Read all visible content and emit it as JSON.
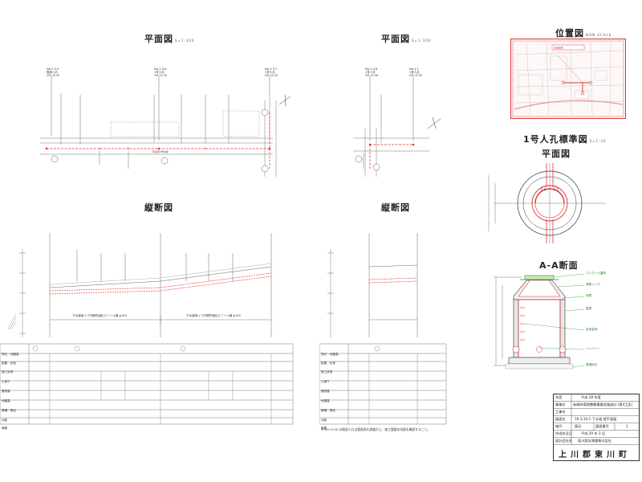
{
  "views": {
    "plan_left": {
      "title": "平面図",
      "scale": "S=1:300"
    },
    "plan_mid": {
      "title": "平面図",
      "scale": "S=1:300"
    },
    "location": {
      "title": "位置図",
      "scale": "NON SCALE"
    },
    "manhole_std": {
      "title": "1号人孔標準図",
      "scale": "S=1:30"
    },
    "manhole_plan": {
      "title": "平面図"
    },
    "profile_left": {
      "title": "縦断図"
    },
    "profile_mid": {
      "title": "縦断図"
    },
    "section_aa": {
      "title": "A-A断面"
    }
  },
  "plan_labels": {
    "mh1": [
      "No.1-3-5",
      "既設人孔",
      "GP=5.00"
    ],
    "mh2": [
      "No.1-3-6",
      "1号人孔",
      "GP=5.10"
    ],
    "mh3": [
      "No.1-3-7",
      "1号人孔",
      "GP=5.20"
    ],
    "mh4": [
      "No.1-3-8",
      "1号人孔",
      "GP=5.28"
    ],
    "mh5": [
      "No.1-1",
      "1号人孔",
      "GP=5.30"
    ],
    "pipe_a": "下水道用リブ付硬質塩化ビニール管 φ150",
    "pipe_b": "下水道用リブ付硬質塩化ビニール管 φ150"
  },
  "profile_table": {
    "rows": [
      "測点・地盤高",
      "距離・延長",
      "施工延長",
      "土被り",
      "管底高",
      "地盤高",
      "管種・管径",
      "勾配",
      "摘要"
    ]
  },
  "note": "※ GP=5.00 の既設人孔は管底高を調査の上、施工管路の勾配を確認すること。",
  "section_labels": [
    "マンホール蓋枠",
    "調整リング",
    "斜壁",
    "直壁",
    "足掛金物",
    "インバート",
    "基礎砕石"
  ],
  "title_block": {
    "rows": [
      {
        "label": "年度",
        "value": "平成 28 年度"
      },
      {
        "label": "事業名",
        "value": "赤縁枠環境整備事業実施設計 (第4工区)"
      },
      {
        "label": "工事名",
        "value": ""
      },
      {
        "label": "図面名",
        "value": "10-3,10-1 下水道 縦平面図"
      },
      {
        "label": "縮尺",
        "value": "図示",
        "label2": "図面番号",
        "value2": "1"
      },
      {
        "label": "作成年月日",
        "value": "平成 29 年 3 月"
      },
      {
        "label": "設計会社名",
        "value": "坂川設計測量株式会社"
      }
    ],
    "town": "上川郡東川町"
  }
}
